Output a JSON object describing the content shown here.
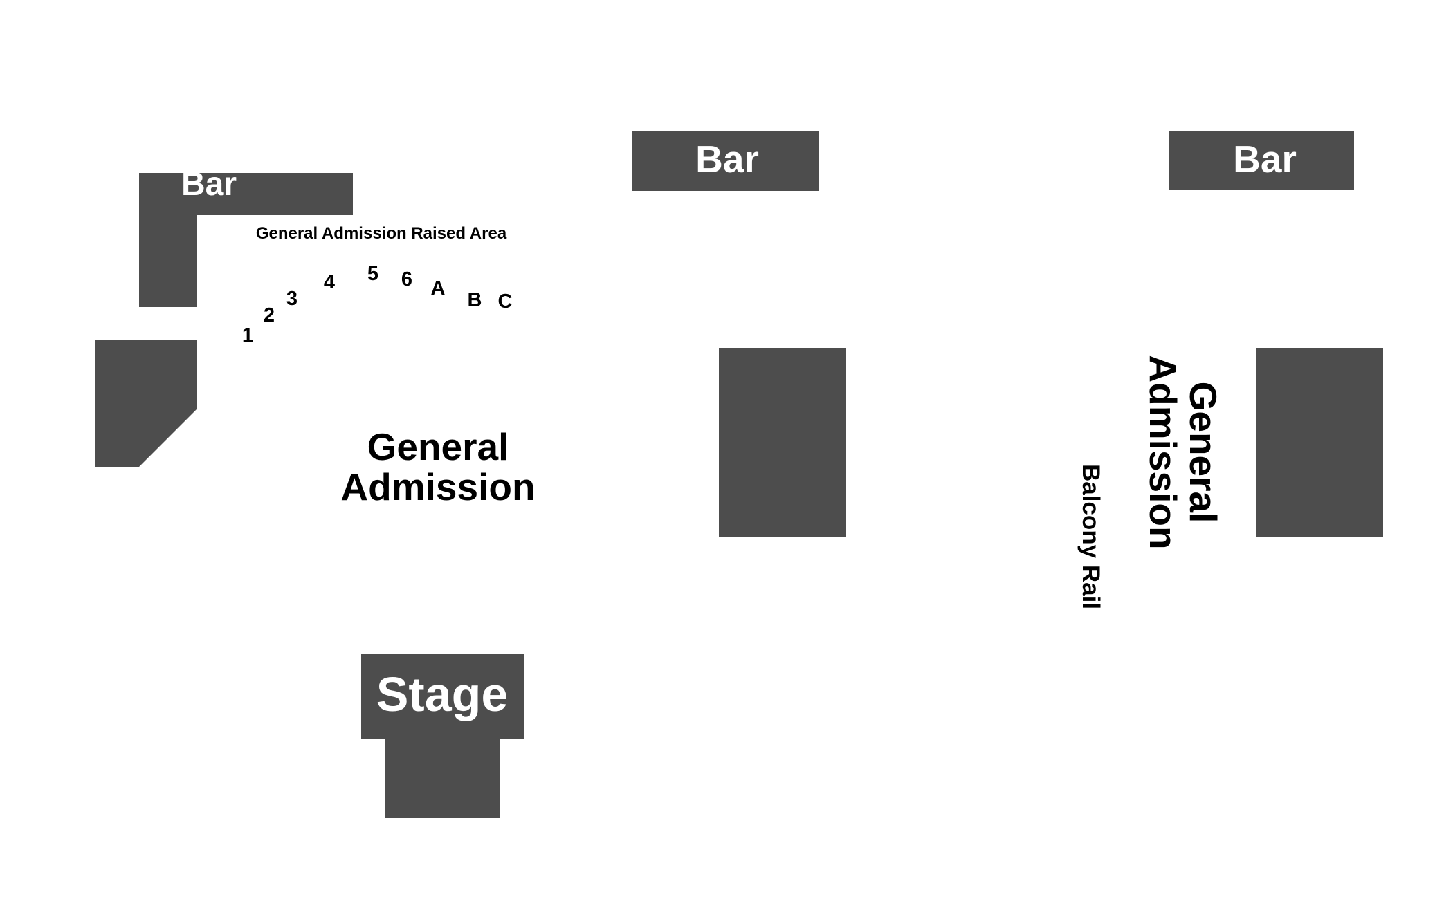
{
  "colors": {
    "background": "#ffffff",
    "block": "#4d4d4d",
    "block_text": "#ffffff",
    "label_text": "#000000"
  },
  "bars": {
    "left": "Bar",
    "middle": "Bar",
    "right": "Bar"
  },
  "stage": "Stage",
  "raised_area": {
    "title": "General Admission Raised Area",
    "rows": [
      "1",
      "2",
      "3",
      "4",
      "5",
      "6",
      "A",
      "B",
      "C"
    ]
  },
  "ga_main": {
    "line1": "General",
    "line2": "Admission"
  },
  "balcony": {
    "ga_line1": "General",
    "ga_line2": "Admission",
    "rail": "Balcony Rail"
  }
}
